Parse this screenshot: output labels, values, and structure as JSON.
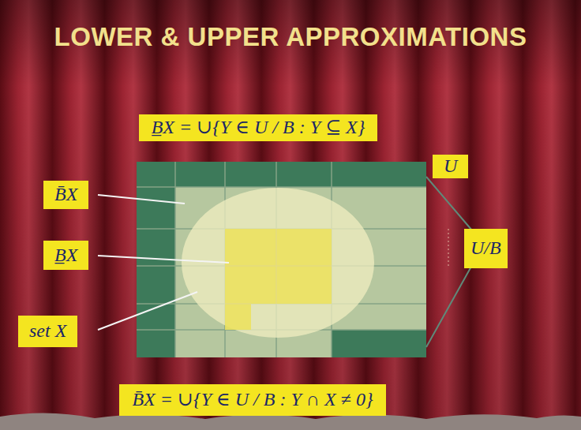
{
  "diagram": {
    "title": "LOWER & UPPER APPROXIMATIONS",
    "nodes": [
      {
        "text": [
          "B̲X = ∪{Y ∈ U / B : Y ⊆ X}"
        ]
      },
      {
        "text": [
          "U"
        ]
      },
      {
        "text": [
          "B̄X"
        ]
      },
      {
        "text": [
          "U/B"
        ]
      },
      {
        "text": [
          "B̲X"
        ]
      },
      {
        "text": [
          "set X"
        ]
      },
      {
        "text": [
          "B̄X = ∪{Y ∈ U / B : Y ∩ X ≠ 0}"
        ]
      }
    ]
  }
}
